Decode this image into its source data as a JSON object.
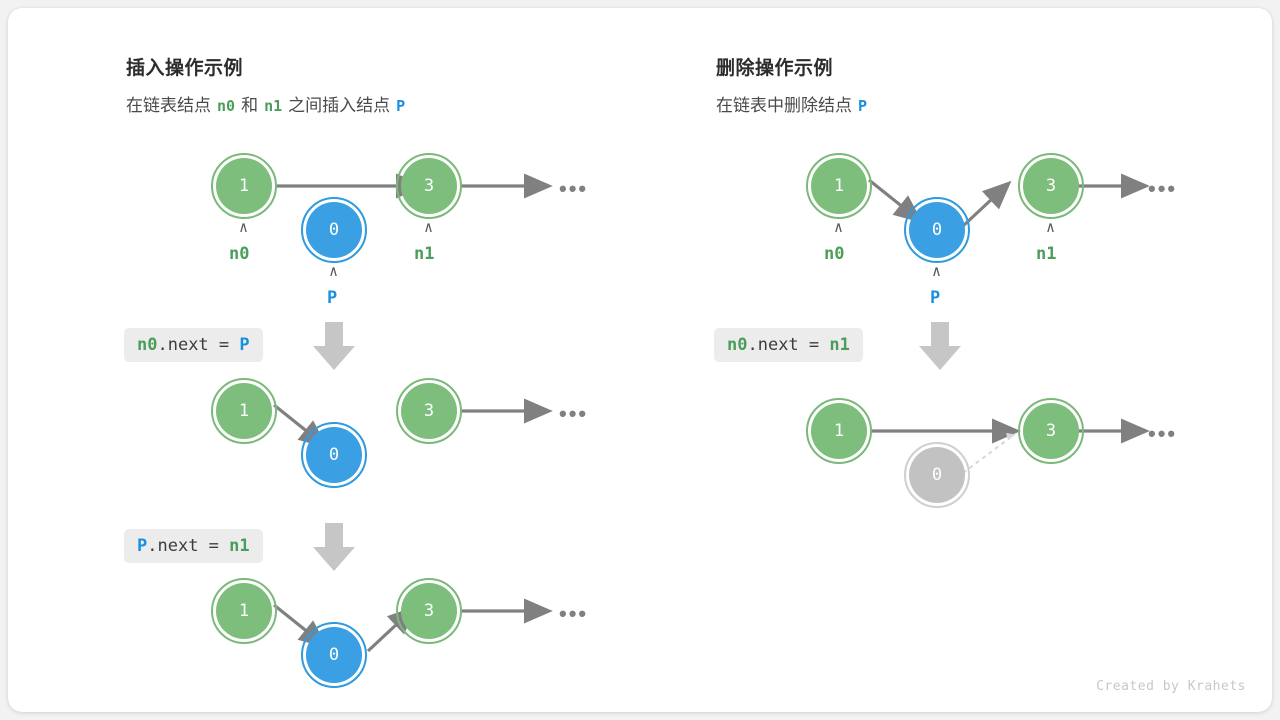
{
  "credit": "Created by Krahets",
  "colors": {
    "node_green": "#7dbe7d",
    "node_blue": "#3aa0e3",
    "node_gray": "#c2c2c2",
    "arrow_gray": "#808080",
    "chip_bg": "#ececec",
    "label_green": "#4a9e59",
    "label_blue": "#1a8fe0",
    "card_bg": "#ffffff",
    "page_bg": "#f2f2f2"
  },
  "left_panel": {
    "title": "插入操作示例",
    "subtitle": {
      "part1": "在链表结点",
      "token_n0": "n0",
      "part2": "和",
      "token_n1": "n1",
      "part3": "之间插入结点",
      "token_p": "P"
    },
    "row1": {
      "node_a": "1",
      "node_b": "0",
      "node_c": "3",
      "ellipsis": "•••",
      "caret": "∧",
      "label_n0": "n0",
      "label_n1": "n1",
      "label_p": "P"
    },
    "step1": {
      "code_var": "n0",
      "code_mid": ".next = ",
      "code_val": "P"
    },
    "row2": {
      "node_a": "1",
      "node_b": "0",
      "node_c": "3",
      "ellipsis": "•••"
    },
    "step2": {
      "code_var": "P",
      "code_mid": ".next = ",
      "code_val": "n1"
    },
    "row3": {
      "node_a": "1",
      "node_b": "0",
      "node_c": "3",
      "ellipsis": "•••"
    }
  },
  "right_panel": {
    "title": "删除操作示例",
    "subtitle": {
      "part1": "在链表中删除结点",
      "token_p": "P"
    },
    "row1": {
      "node_a": "1",
      "node_b": "0",
      "node_c": "3",
      "ellipsis": "•••",
      "caret": "∧",
      "label_n0": "n0",
      "label_n1": "n1",
      "label_p": "P"
    },
    "step1": {
      "code_var": "n0",
      "code_mid": ".next = ",
      "code_val": "n1"
    },
    "row2": {
      "node_a": "1",
      "node_b": "0",
      "node_c": "3",
      "ellipsis": "•••"
    }
  }
}
